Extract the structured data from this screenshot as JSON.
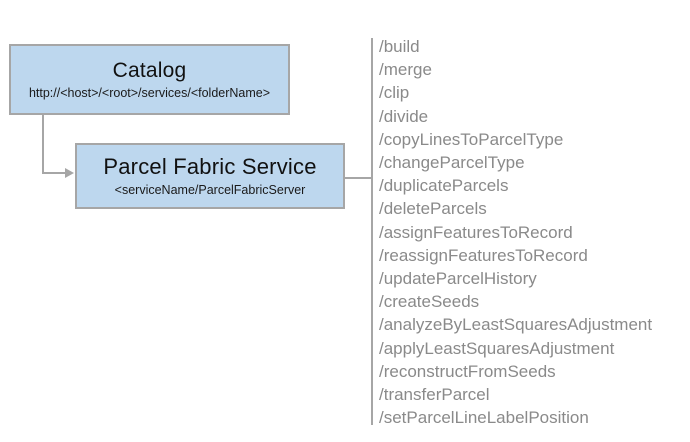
{
  "catalog": {
    "title": "Catalog",
    "url": "http://<host>/<root>/services/<folderName>"
  },
  "service": {
    "title": "Parcel Fabric Service",
    "subtitle": "<serviceName/ParcelFabricServer"
  },
  "endpoints": [
    "/build",
    "/merge",
    "/clip",
    "/divide",
    "/copyLinesToParcelType",
    "/changeParcelType",
    "/duplicateParcels",
    "/deleteParcels",
    "/assignFeaturesToRecord",
    "/reassignFeaturesToRecord",
    "/updateParcelHistory",
    "/createSeeds",
    "/analyzeByLeastSquaresAdjustment",
    "/applyLeastSquaresAdjustment",
    "/reconstructFromSeeds",
    "/transferParcel",
    "/setParcelLineLabelPosition"
  ],
  "colors": {
    "box_fill": "#bdd7ee",
    "box_border": "#a6a6a6",
    "connector": "#a6a6a6",
    "endpoint_text": "#8a8a8a"
  }
}
